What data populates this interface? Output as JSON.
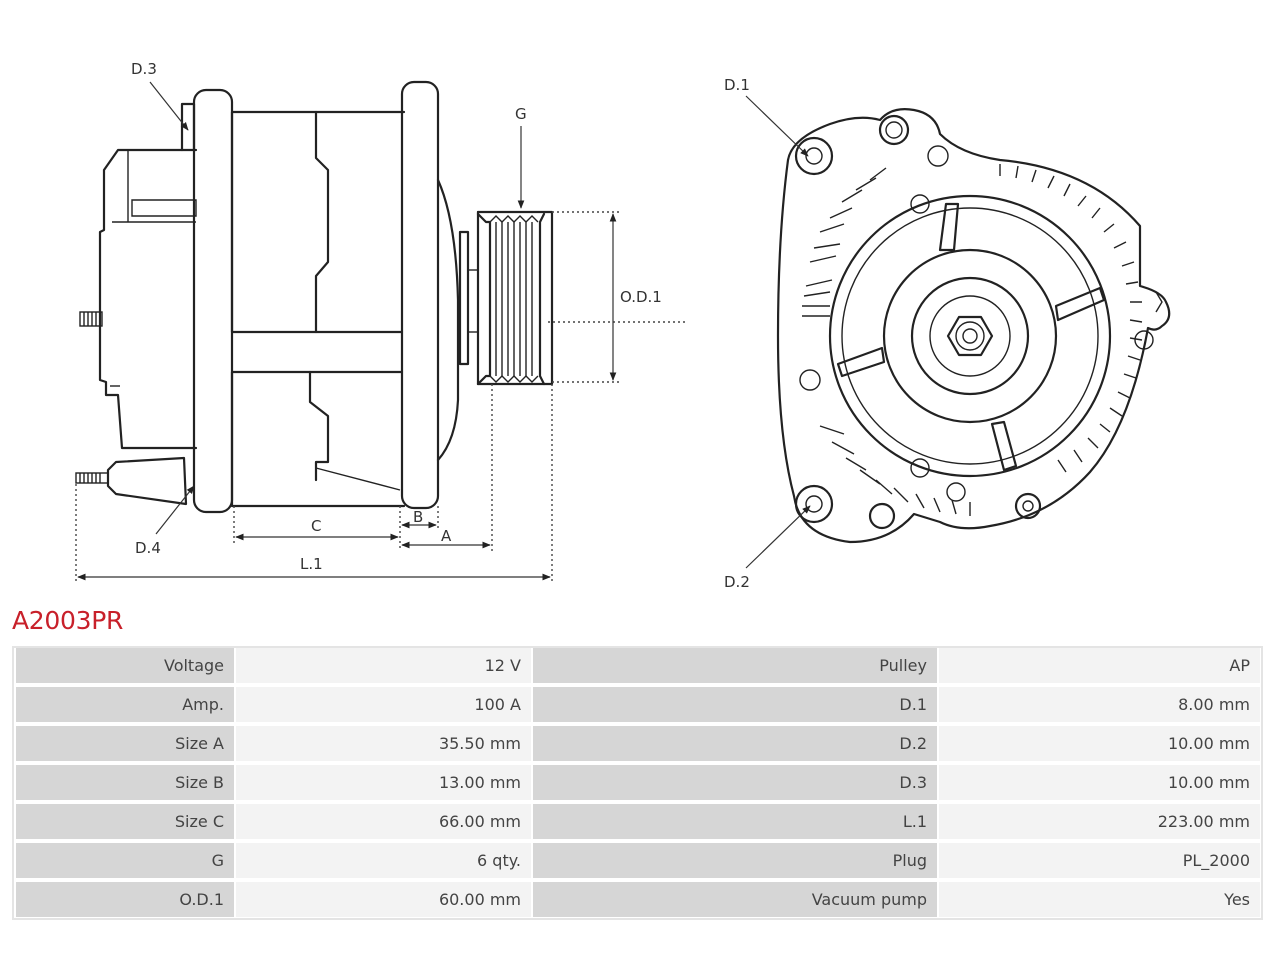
{
  "product": {
    "code": "A2003PR"
  },
  "drawing": {
    "labels": {
      "d3": "D.3",
      "d4": "D.4",
      "g": "G",
      "od1": "O.D.1",
      "c": "C",
      "b": "B",
      "a": "A",
      "l1": "L.1",
      "d1": "D.1",
      "d2": "D.2"
    }
  },
  "specs": {
    "rows": [
      {
        "k1": "Voltage",
        "v1": "12 V",
        "k2": "Pulley",
        "v2": "AP"
      },
      {
        "k1": "Amp.",
        "v1": "100 A",
        "k2": "D.1",
        "v2": "8.00 mm"
      },
      {
        "k1": "Size A",
        "v1": "35.50 mm",
        "k2": "D.2",
        "v2": "10.00 mm"
      },
      {
        "k1": "Size B",
        "v1": "13.00 mm",
        "k2": "D.3",
        "v2": "10.00 mm"
      },
      {
        "k1": "Size C",
        "v1": "66.00 mm",
        "k2": "L.1",
        "v2": "223.00 mm"
      },
      {
        "k1": "G",
        "v1": "6 qty.",
        "k2": "Plug",
        "v2": "PL_2000"
      },
      {
        "k1": "O.D.1",
        "v1": "60.00 mm",
        "k2": "Vacuum pump",
        "v2": "Yes"
      }
    ]
  }
}
